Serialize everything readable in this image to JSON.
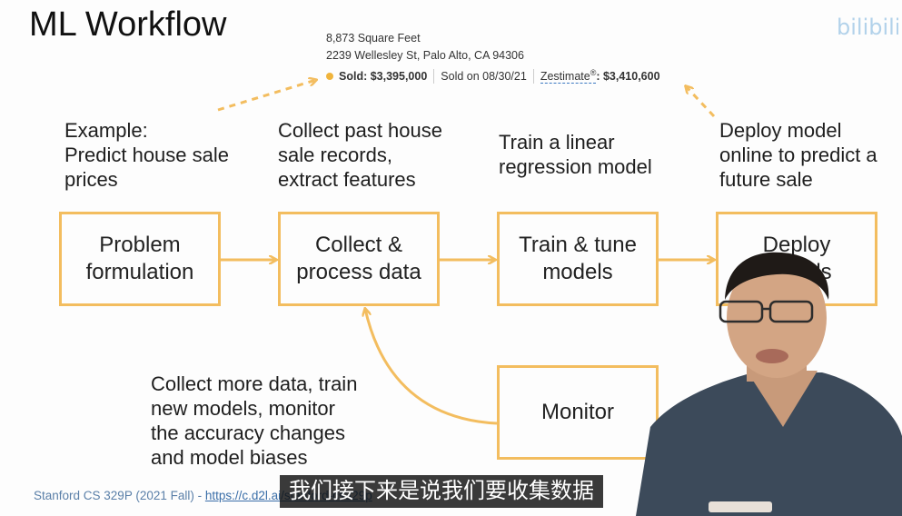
{
  "slide": {
    "title": "ML Workflow",
    "listing": {
      "line1": "8,873 Square Feet",
      "line2": "2239 Wellesley St, Palo Alto, CA 94306",
      "sold_label": "Sold: $3,395,000",
      "sold_date": "Sold on 08/30/21",
      "zestimate_label": "Zestimate",
      "zestimate_sup": "®",
      "zestimate_value": ": $3,410,600"
    },
    "descriptions": {
      "problem": [
        "Example:",
        "Predict house sale",
        "prices"
      ],
      "collect": [
        "Collect past house",
        "sale records,",
        "extract features"
      ],
      "train": [
        "Train a linear",
        "regression model"
      ],
      "deploy": [
        "Deploy model",
        "online to predict a",
        "future sale"
      ],
      "monitor": [
        "Collect more data, train",
        "new models, monitor",
        "the accuracy changes",
        "and model biases"
      ]
    },
    "boxes": {
      "problem": [
        "Problem",
        "formulation"
      ],
      "collect": [
        "Collect &",
        "process data"
      ],
      "train": [
        "Train & tune",
        "models"
      ],
      "deploy": [
        "Deploy",
        "models"
      ],
      "monitor": [
        "Monitor"
      ]
    },
    "footer": {
      "text": "Stanford CS 329P (2021 Fall) - ",
      "link": "https://c.d2l.ai/stanford-cs329p"
    },
    "accent_color": "#f3bd5f"
  },
  "video": {
    "subtitle": "我们接下来是说我们要收集数据",
    "watermark": "bilibili"
  }
}
